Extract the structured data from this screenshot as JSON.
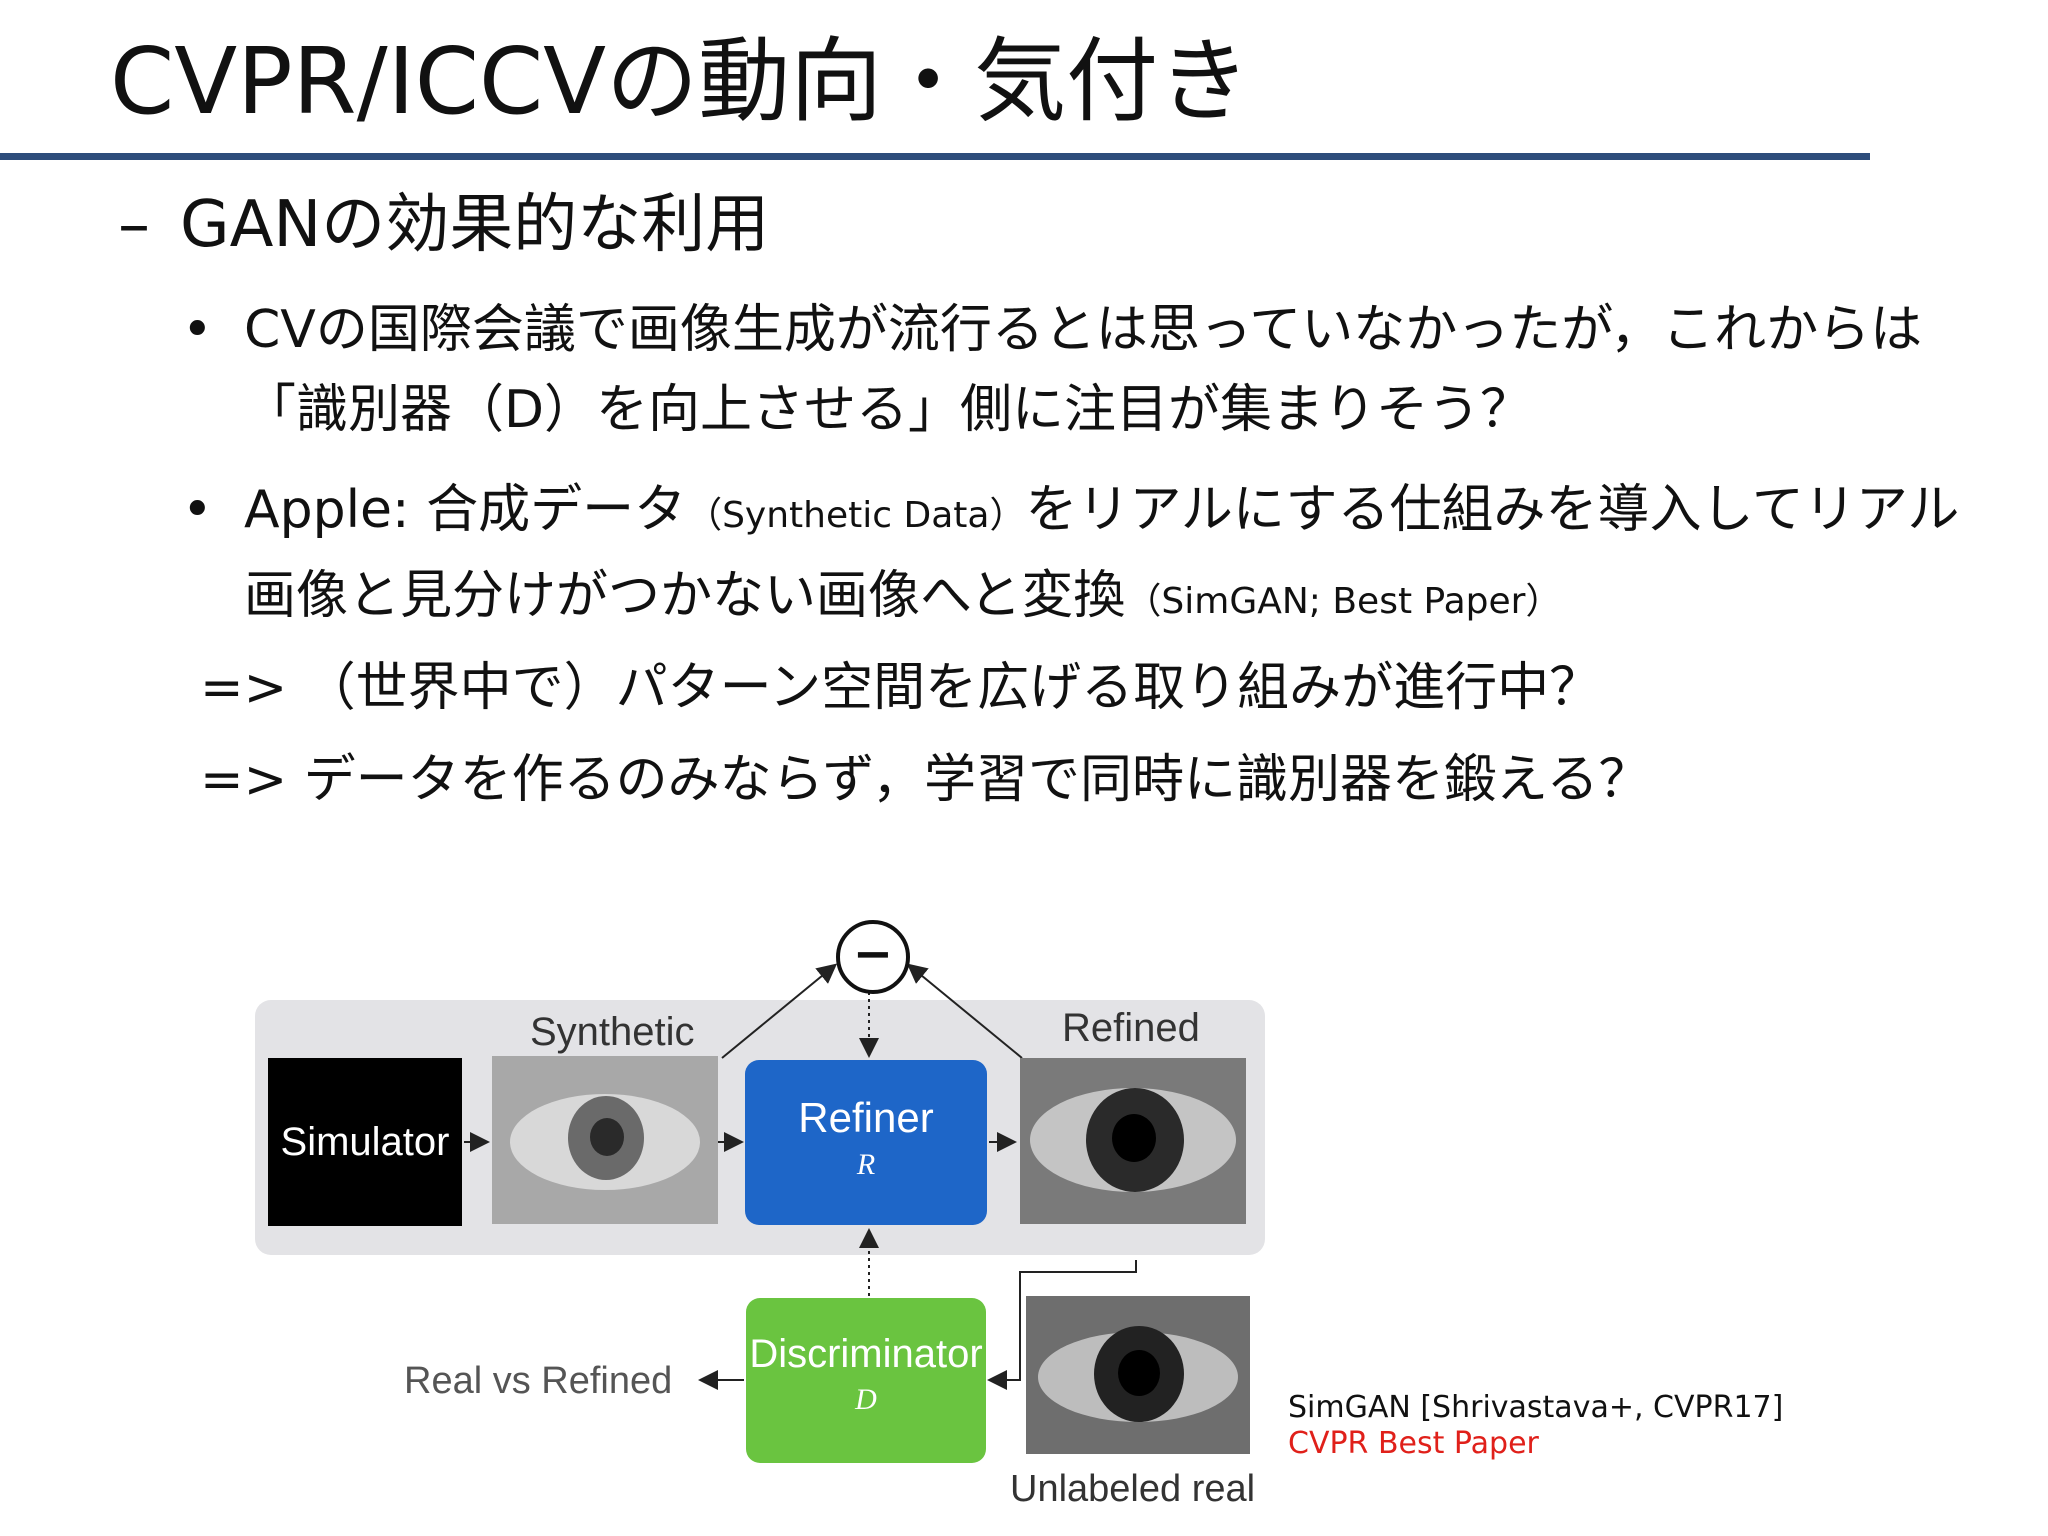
{
  "slide": {
    "title": "CVPR/ICCVの動向・気付き",
    "subheading": "GANの効果的な利用",
    "dash": "–",
    "bullet_symbol": "•",
    "bullet1": "CVの国際会議で画像生成が流行るとは思っていなかったが，これからは「識別器（D）を向上させる」側に注目が集まりそう？",
    "bullet2_part1": "Apple: 合成データ",
    "bullet2_small1": "（Synthetic Data）",
    "bullet2_part2": "をリアルにする仕組みを導入してリアル画像と見分けがつかない画像へと変換",
    "bullet2_small2": "（SimGAN; Best Paper）",
    "arrow1": "=> （世界中で）パターン空間を広げる取り組みが進行中？",
    "arrow2": "=> データを作るのみならず，学習で同時に識別器を鍛える？"
  },
  "diagram": {
    "synthetic_label": "Synthetic",
    "refined_label": "Refined",
    "simulator_label": "Simulator",
    "refiner_label": "Refiner",
    "refiner_symbol": "R",
    "discriminator_label": "Discriminator",
    "discriminator_symbol": "D",
    "real_vs_refined": "Real vs Refined",
    "unlabeled_real": "Unlabeled real",
    "minus_symbol": "−"
  },
  "caption": {
    "line1": "SimGAN [Shrivastava+, CVPR17]",
    "line2": "CVPR Best Paper",
    "line2_color": "#e0201a"
  },
  "colors": {
    "title_rule": "#2e4d7b",
    "refiner": "#1e66c8",
    "discriminator": "#6ac440"
  }
}
